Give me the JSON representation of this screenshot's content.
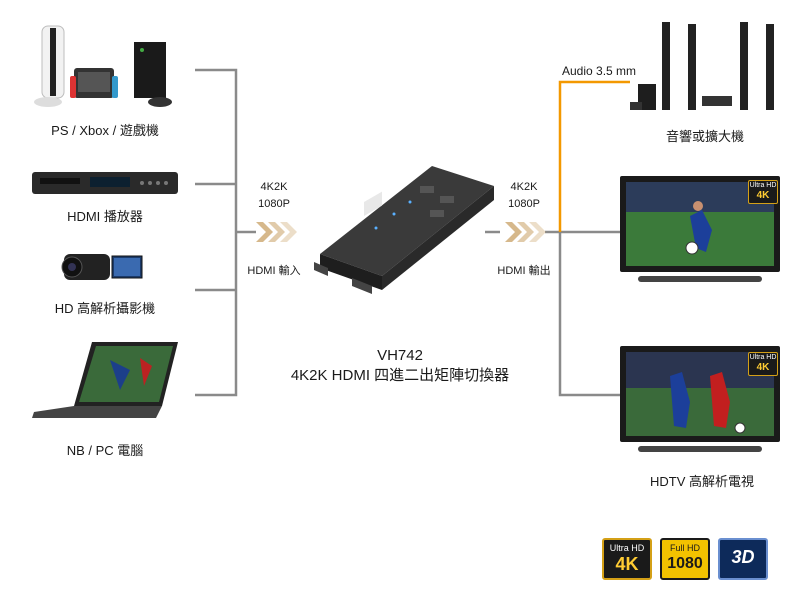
{
  "sources": [
    {
      "label": "PS / Xbox / 遊戲機"
    },
    {
      "label": "HDMI 播放器"
    },
    {
      "label": "HD 高解析攝影機"
    },
    {
      "label": "NB / PC 電腦"
    }
  ],
  "input_side": {
    "res1": "4K2K",
    "res2": "1080P",
    "port": "HDMI 輸入"
  },
  "output_side": {
    "res1": "4K2K",
    "res2": "1080P",
    "port": "HDMI 輸出"
  },
  "audio": {
    "label": "Audio 3.5 mm"
  },
  "device": {
    "model": "VH742",
    "name": "4K2K HDMI 四進二出矩陣切換器"
  },
  "destinations": [
    {
      "label": "音響或擴大機"
    },
    {
      "label": ""
    },
    {
      "label": "HDTV 高解析電視"
    }
  ],
  "tv_badge": {
    "line1": "Ultra HD",
    "line2": "4K"
  },
  "badges": [
    {
      "line1": "Ultra HD",
      "line2": "4K"
    },
    {
      "line1": "Full HD",
      "line2": "1080"
    },
    {
      "line1": "3D",
      "line2": ""
    }
  ],
  "colors": {
    "wire": "#8a8a8a",
    "audio": "#f39800",
    "arrow": "#c8a064",
    "device": "#2b2b2b"
  }
}
